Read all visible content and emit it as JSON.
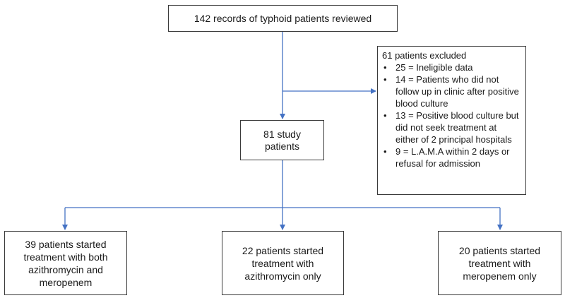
{
  "top": {
    "text": "142 records of typhoid patients reviewed"
  },
  "middle": {
    "text": "81 study\npatients"
  },
  "excluded": {
    "title": "61 patients excluded",
    "items": [
      "25 = Ineligible data",
      "14 = Patients who did not follow up in clinic after positive blood culture",
      "13 = Positive blood culture but did not seek treatment at either of 2 principal hospitals",
      "9 = L.A.M.A within 2 days or refusal for admission"
    ]
  },
  "bottom": [
    {
      "text": "39 patients started\ntreatment with both\nazithromycin  and\nmeropenem"
    },
    {
      "text": "22 patients started\ntreatment with\nazithromycin  only"
    },
    {
      "text": "20 patients started\ntreatment with\nmeropenem  only"
    }
  ],
  "bullet_glyph": "•",
  "colors": {
    "arrow": "#4472c4",
    "border": "#3a3a3a"
  }
}
